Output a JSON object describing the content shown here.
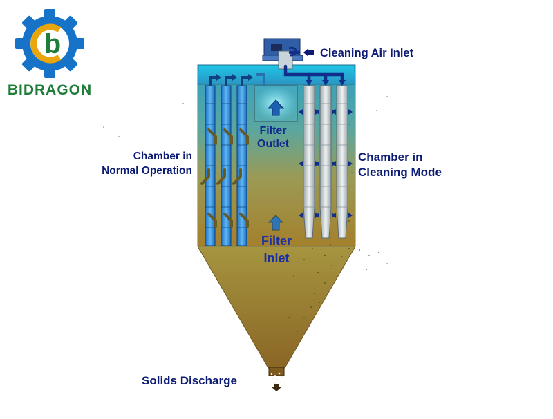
{
  "brand": {
    "logo_letter": "b",
    "name": "BIDRAGON",
    "colors": {
      "gear": "#1673c8",
      "letter": "#e8a60c",
      "text": "#1f7d3a"
    }
  },
  "labels": {
    "cleaning_air_inlet": "Cleaning Air Inlet",
    "filter_outlet_line1": "Filter",
    "filter_outlet_line2": "Outlet",
    "chamber_normal_line1": "Chamber in",
    "chamber_normal_line2": "Normal Operation",
    "chamber_cleaning_line1": "Chamber in",
    "chamber_cleaning_line2": "Cleaning Mode",
    "filter_inlet_line1": "Filter",
    "filter_inlet_line2": "Inlet",
    "solids_discharge": "Solids Discharge"
  },
  "colors": {
    "label_text": "#0c1b73",
    "arrow": "#0d3a9a",
    "tank_top": "#2f9fbf",
    "tank_bottom": "#9a7d2d"
  }
}
